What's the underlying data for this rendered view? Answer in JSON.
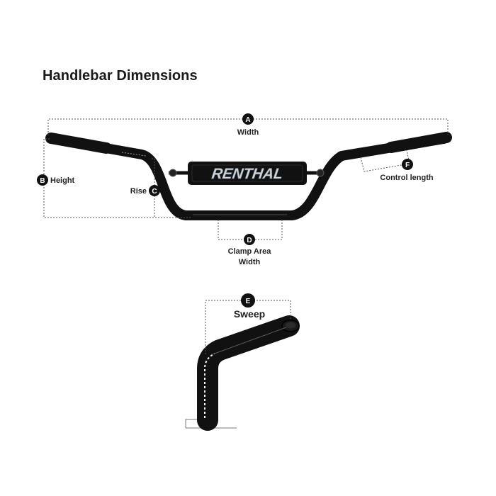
{
  "title": "Handlebar Dimensions",
  "brand": "RENTHAL",
  "dimensions": [
    {
      "letter": "A",
      "label": "Width"
    },
    {
      "letter": "B",
      "label": "Height"
    },
    {
      "letter": "C",
      "label": "Rise"
    },
    {
      "letter": "D",
      "label": "Clamp Area",
      "label_line2": "Width"
    },
    {
      "letter": "E",
      "label": "Sweep"
    },
    {
      "letter": "F",
      "label": "Control length"
    }
  ],
  "colors": {
    "bar": "#111111",
    "pad": "#111111",
    "brand_text": "#cfd6dc",
    "background": "#ffffff"
  }
}
